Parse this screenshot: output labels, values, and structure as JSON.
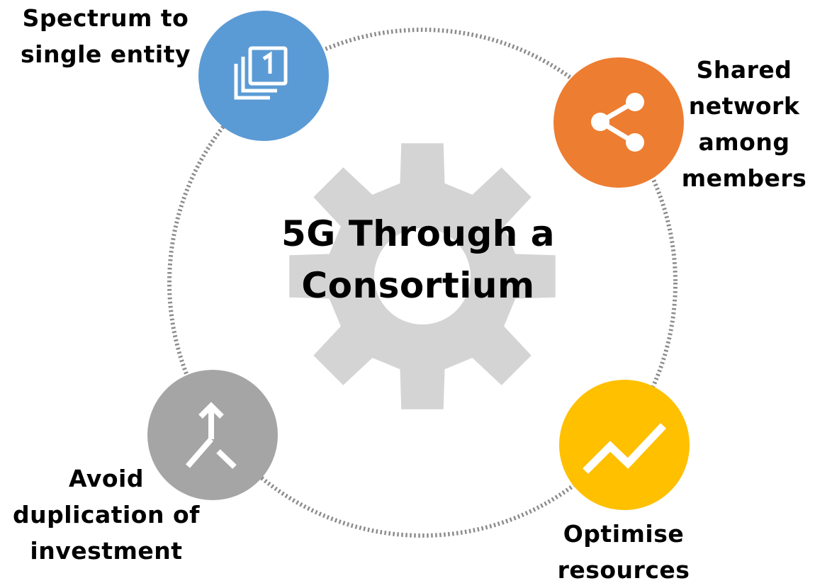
{
  "title": {
    "lines": [
      "5G Through a",
      "Consortium"
    ]
  },
  "nodes": [
    {
      "id": "spectrum",
      "label_lines": [
        "Spectrum to",
        "single entity"
      ],
      "color": "#5B9BD5",
      "icon": "single-entity-icon"
    },
    {
      "id": "shared",
      "label_lines": [
        "Shared",
        "network",
        "among",
        "members"
      ],
      "color": "#ED7D31",
      "icon": "share-icon"
    },
    {
      "id": "optimise",
      "label_lines": [
        "Optimise",
        "resources"
      ],
      "color": "#FFC000",
      "icon": "trend-up-icon"
    },
    {
      "id": "avoid",
      "label_lines": [
        "Avoid",
        "duplication of",
        "investment"
      ],
      "color": "#A5A5A5",
      "icon": "merge-icon"
    }
  ],
  "colors": {
    "gear": "#D4D4D4",
    "ring": "#8C8C8C",
    "icon_stroke": "#FFFFFF"
  }
}
